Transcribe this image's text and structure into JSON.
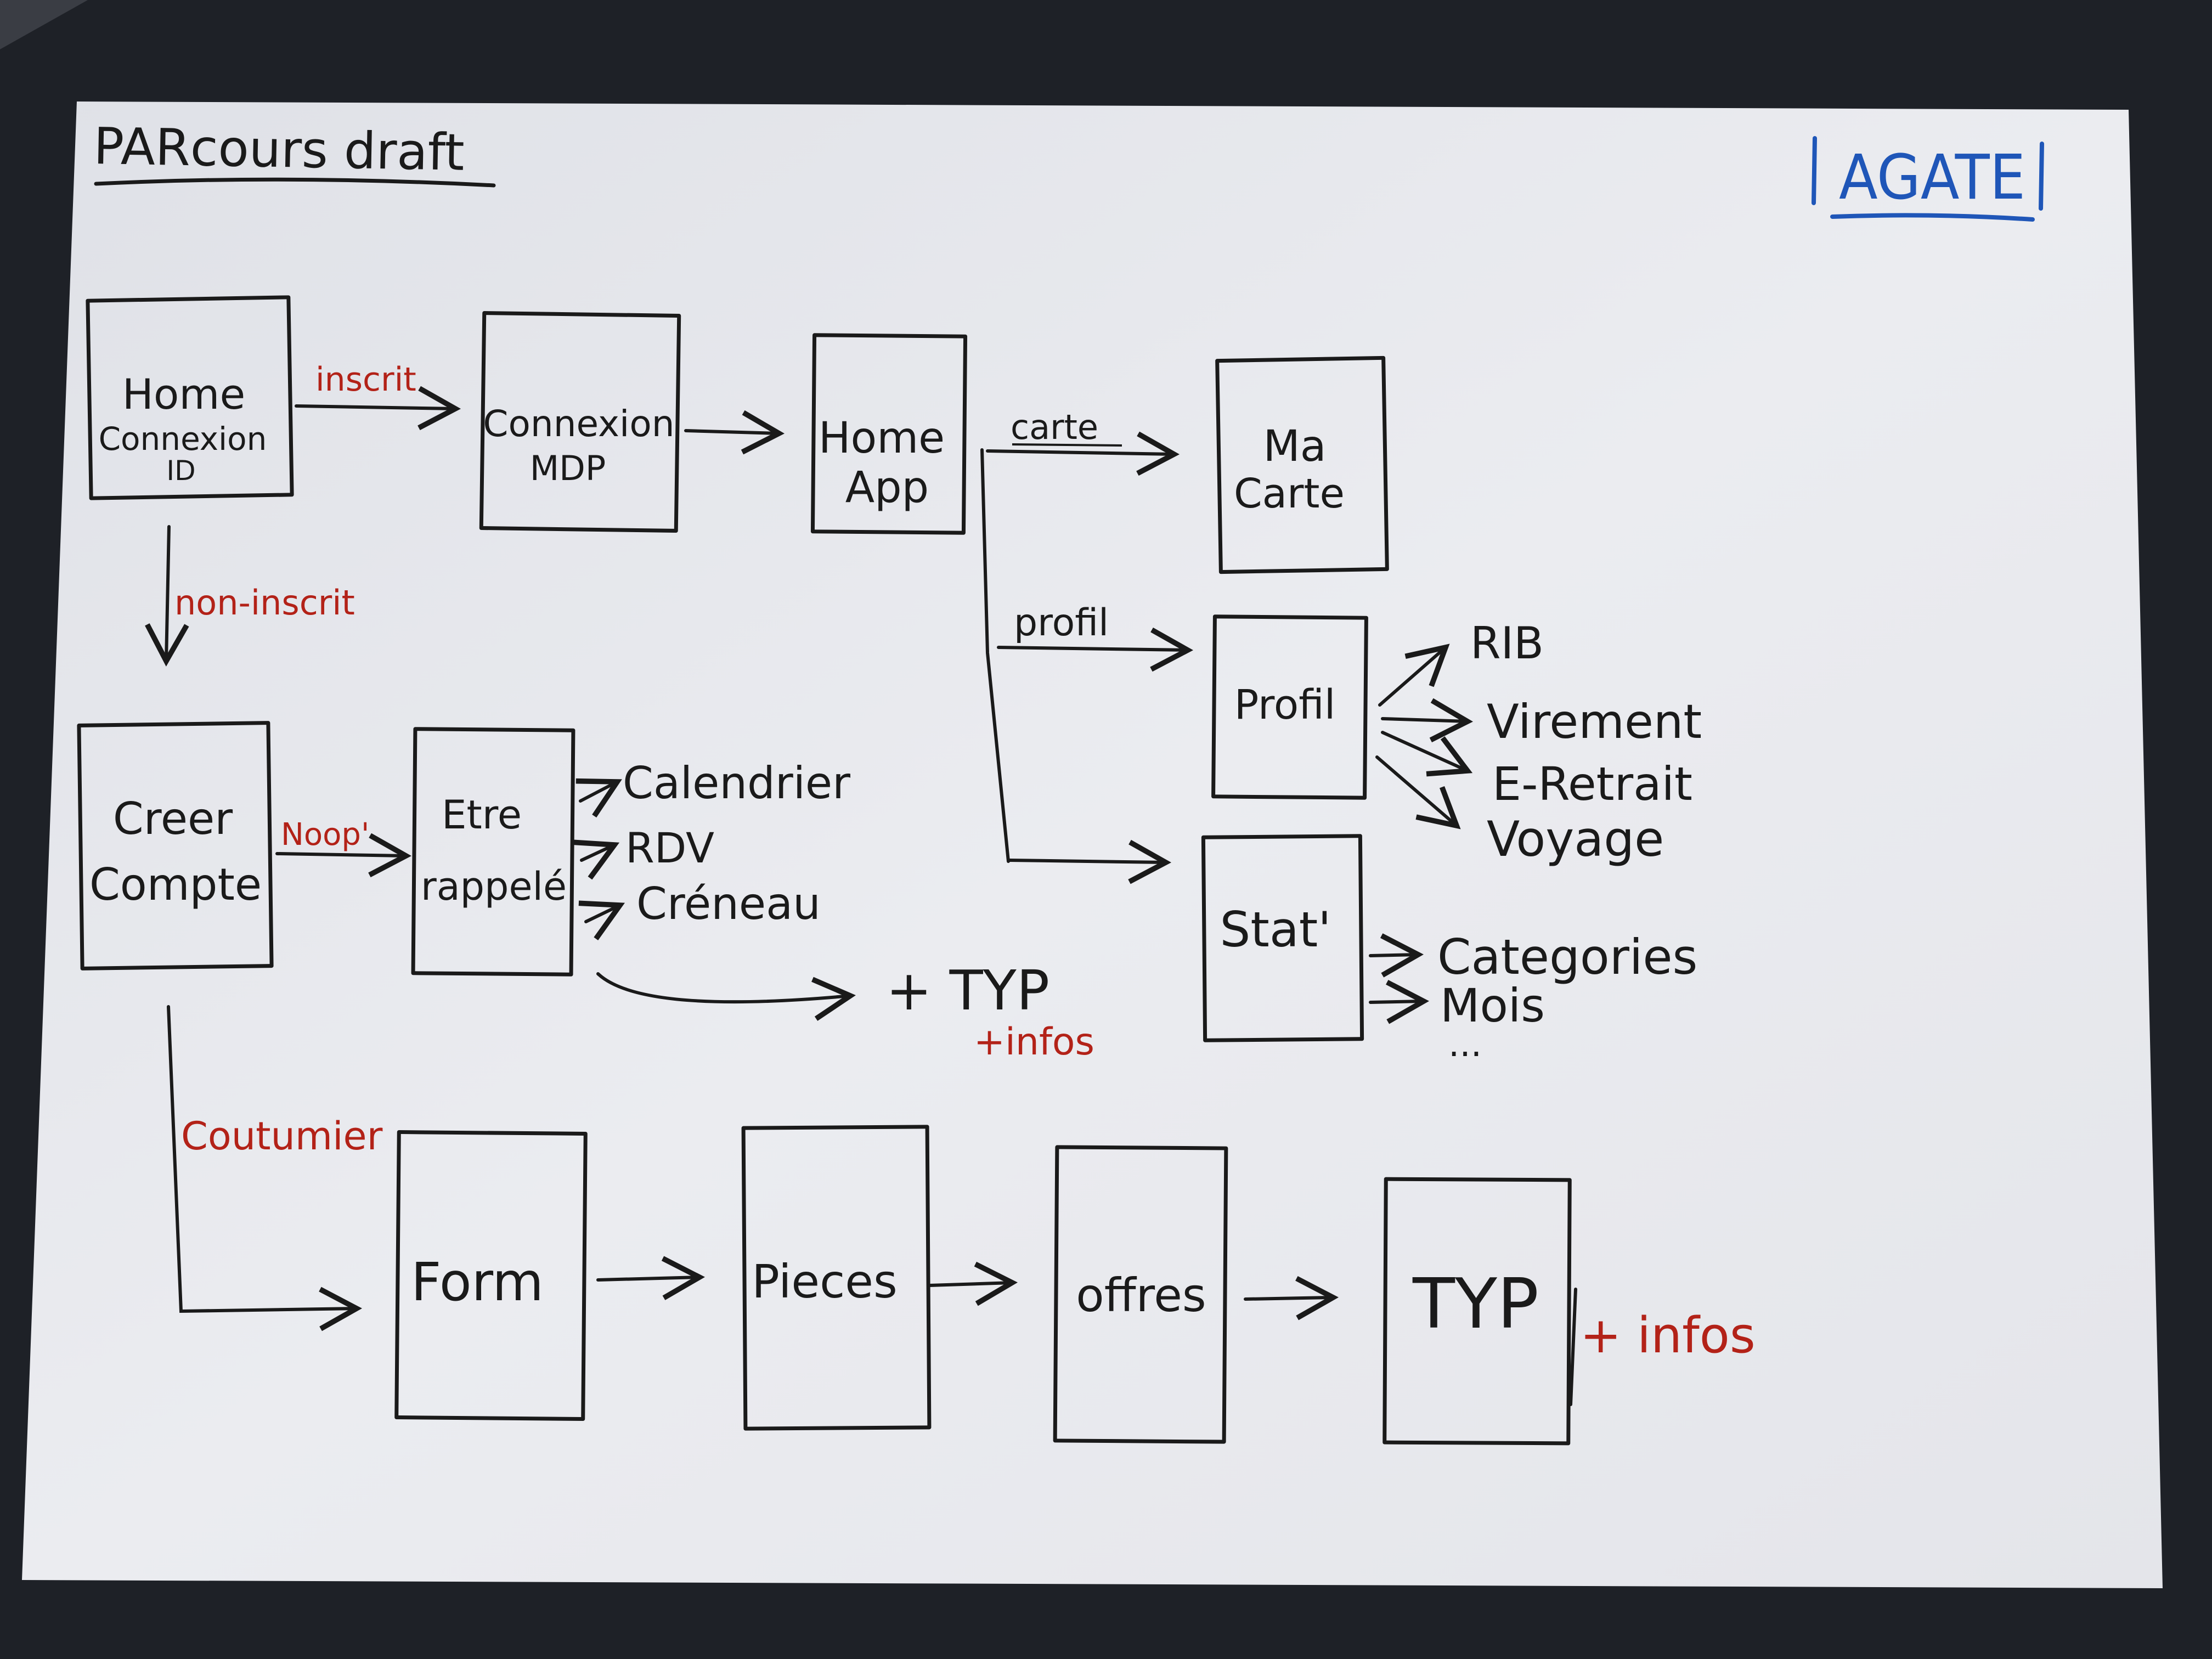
{
  "title": "PARcours draft",
  "logo": "AGATE",
  "colors": {
    "ink": "#1a1a1a",
    "red": "#b32218",
    "blue": "#1f56b8",
    "paper": "#e9eaee",
    "background": "#1e2127"
  },
  "nodes": {
    "home_connexion": [
      "Home",
      "Connexion",
      "ID"
    ],
    "connexion_mdp": [
      "Connexion",
      "MDP"
    ],
    "home_app": [
      "Home",
      "App"
    ],
    "ma_carte": [
      "Ma",
      "Carte"
    ],
    "profil": [
      "Profil"
    ],
    "stat": [
      "Stat'"
    ],
    "creer_compte": [
      "Creer",
      "Compte"
    ],
    "etre_rappele": [
      "Etre",
      "rappelé"
    ],
    "form": [
      "Form"
    ],
    "pieces": [
      "Pieces"
    ],
    "offres": [
      "offres"
    ],
    "typ": [
      "TYP"
    ]
  },
  "edge_labels": {
    "inscrit": "inscrit",
    "non_inscrit": "non-inscrit",
    "carte": "carte",
    "profil": "profil",
    "noop": "Noop'",
    "coutumier": "Coutumier"
  },
  "branches": {
    "profil_items": [
      "RIB",
      "Virement",
      "E-Retrait",
      "Voyage"
    ],
    "rappel_items": [
      "Calendrier",
      "RDV",
      "Créneau"
    ],
    "stat_items": [
      "Categories",
      "Mois",
      "..."
    ],
    "typ_note": "+ TYP",
    "typ_sub": "+infos",
    "final_note": "+ infos"
  }
}
